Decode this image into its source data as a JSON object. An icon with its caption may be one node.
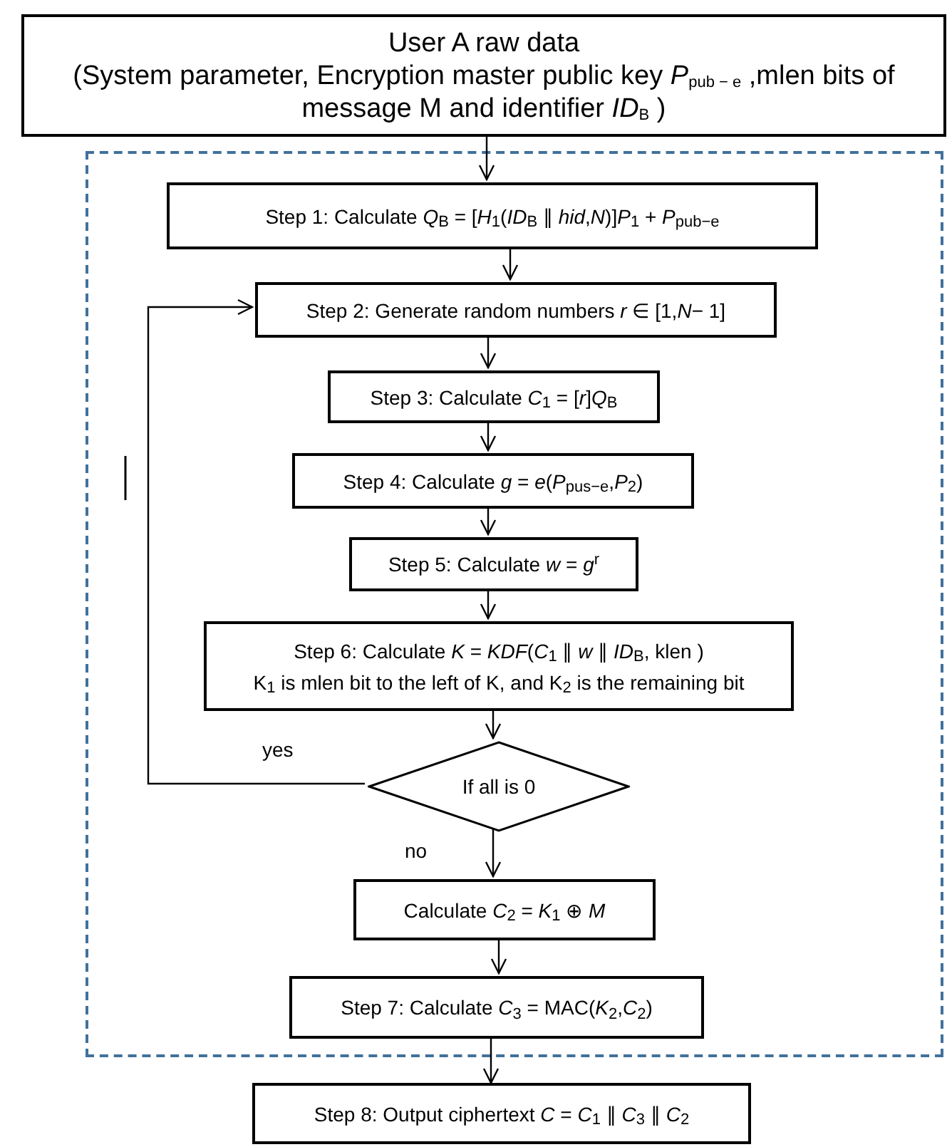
{
  "diagram": {
    "nodes": [
      {
        "text": [
          "User A raw data",
          "(System parameter, Encryption master public key *P*$_{pub − e}$ ,mlen bits of message M and identifier *ID*$_{B}$ )"
        ]
      },
      {
        "text": [],
        "shape": "box"
      },
      {
        "text": [
          "Step 1: Calculate *Q*$_{B}$ = [*H*$_{1}$(*ID*$_{B}$ ∥ *hid*,*N*)]*P*$_{1}$ + *P*$_{pub−e}$"
        ],
        "in": 1
      },
      {
        "text": [
          "Step 2: Generate random numbers *r* ∈ [1,*N*− 1]"
        ],
        "in": 1
      },
      {
        "text": [
          "Step 3: Calculate *C*$_{1}$ = [*r*]*Q*$_{B}$"
        ],
        "in": 1
      },
      {
        "text": [
          "Step 4: Calculate *g* = *e*(*P*$_{pus−e}$,*P*$_{2}$)"
        ],
        "in": 1
      },
      {
        "text": [
          "Step 5: Calculate *w* = *g*$^{r}$"
        ],
        "in": 1
      },
      {
        "text": [
          "Step 6: Calculate *K* = *KDF*(*C*$_{1}$ ∥ *w* ∥ *ID*$_{B}$, klen )",
          "K$_{1}$ is mlen bit to the left of K, and K$_{2}$ is the remaining bit"
        ],
        "in": 1
      },
      {
        "text": [
          "If all is 0"
        ],
        "in": 1
      },
      {
        "text": [
          "Calculate *C*$_{2}$ = *K*$_{1}$ ⊕ *M*"
        ],
        "in": 1
      },
      {
        "text": [
          "Step 7: Calculate *C*$_{3}$ = MAC(*K*$_{2}$,*C*$_{2}$)"
        ],
        "in": 1
      },
      {
        "text": [
          "Step 8: Output ciphertext *C* = *C*$_{1}$ ∥ *C*$_{3}$ ∥ *C*$_{2}$"
        ]
      }
    ],
    "edges": [
      {
        "from": 0,
        "to": 2,
        "arrow": "to"
      },
      {
        "from": 2,
        "to": 3,
        "arrow": "to"
      },
      {
        "from": 3,
        "to": 4,
        "arrow": "to"
      },
      {
        "from": 4,
        "to": 5,
        "arrow": "to"
      },
      {
        "from": 5,
        "to": 6,
        "arrow": "to"
      },
      {
        "from": 6,
        "to": 7,
        "arrow": "to"
      },
      {
        "from": 7,
        "to": 8,
        "arrow": "to"
      },
      {
        "from": 8,
        "to": 3,
        "arrow": "to",
        "label": "yes"
      },
      {
        "from": 8,
        "to": 9,
        "arrow": "to",
        "label": "no"
      },
      {
        "from": 9,
        "to": 10,
        "arrow": "to"
      },
      {
        "from": 10,
        "to": 11,
        "arrow": "to"
      }
    ]
  }
}
